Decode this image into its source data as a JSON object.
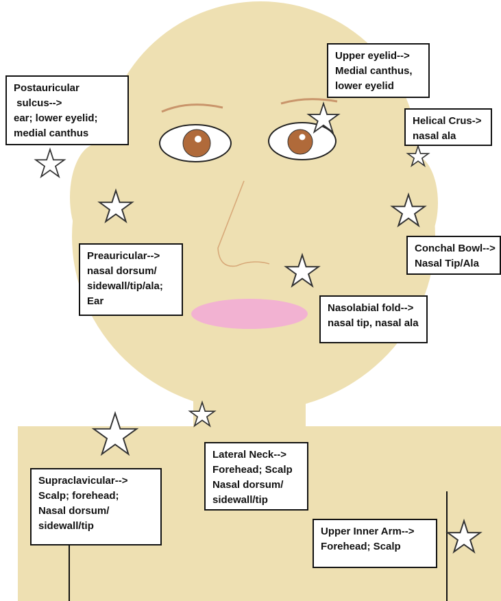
{
  "colors": {
    "skin": "#EEE0B2",
    "eyebrow": "#C9956B",
    "nose_line": "#D7A878",
    "iris": "#B06A3A",
    "lips": "#F2B2D2",
    "star_fill": "#ffffff",
    "star_stroke": "#333333",
    "box_border": "#111111"
  },
  "labels": {
    "upper_eyelid": "Upper eyelid-->\nMedial canthus,\nlower eyelid",
    "postauricular": "Postauricular\n sulcus-->\near; lower eyelid;\nmedial canthus",
    "helical_crus": "Helical Crus->\nnasal ala",
    "preauricular": "Preauricular-->\nnasal dorsum/\nsidewall/tip/ala;\nEar",
    "conchal_bowl": "Conchal Bowl-->\nNasal Tip/Ala",
    "nasolabial_fold": "Nasolabial fold-->\nnasal tip, nasal ala",
    "lateral_neck": "Lateral Neck-->\nForehead; Scalp\nNasal dorsum/\nsidewall/tip",
    "supraclavicular": "Supraclavicular-->\nScalp; forehead;\nNasal dorsum/\nsidewall/tip",
    "upper_inner_arm": "Upper Inner Arm-->\nForehead; Scalp"
  },
  "markers": [
    {
      "site": "upper-eyelid",
      "icon": "star-icon"
    },
    {
      "site": "helical-crus",
      "icon": "star-icon"
    },
    {
      "site": "postauricular-sulcus",
      "icon": "star-icon"
    },
    {
      "site": "preauricular",
      "icon": "star-icon"
    },
    {
      "site": "conchal-bowl",
      "icon": "star-icon"
    },
    {
      "site": "nasolabial-fold",
      "icon": "star-icon"
    },
    {
      "site": "lateral-neck",
      "icon": "star-icon"
    },
    {
      "site": "supraclavicular",
      "icon": "star-icon"
    },
    {
      "site": "upper-inner-arm",
      "icon": "star-icon"
    }
  ]
}
